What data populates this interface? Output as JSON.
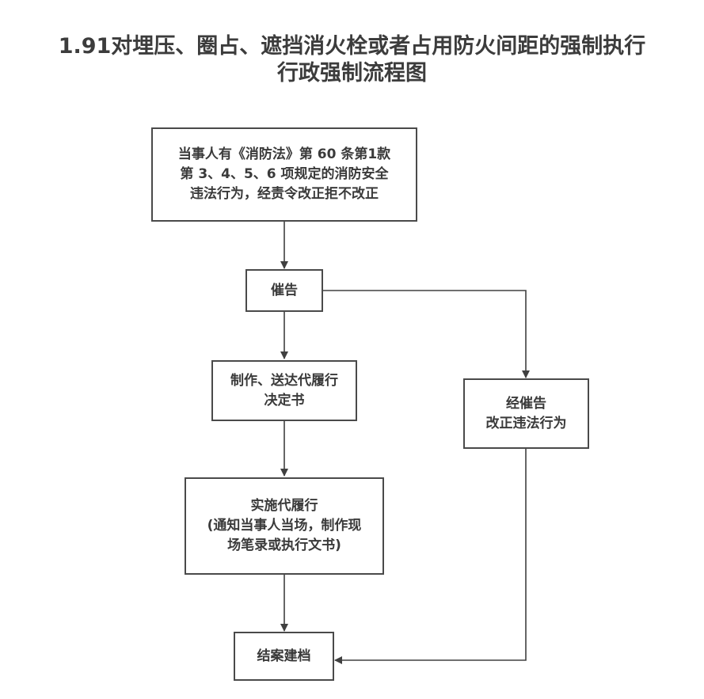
{
  "title": {
    "line1": "1.91对埋压、圈占、遮挡消火栓或者占用防火间距的强制执行",
    "line2": "行政强制流程图"
  },
  "nodes": {
    "start": [
      "当事人有《消防法》第 60 条第1款",
      "第 3、4、5、6 项规定的消防安全",
      "违法行为，经责令改正拒不改正"
    ],
    "urge": [
      "催告"
    ],
    "decision": [
      "制作、送达代履行",
      "决定书"
    ],
    "corrected": [
      "经催告",
      "改正违法行为"
    ],
    "execute": [
      "实施代履行",
      "(通知当事人当场，制作现",
      "场笔录或执行文书)"
    ],
    "archive": [
      "结案建档"
    ]
  },
  "colors": {
    "line": "#404040",
    "border": "#4a4a4a",
    "text": "#3a3a3a"
  }
}
